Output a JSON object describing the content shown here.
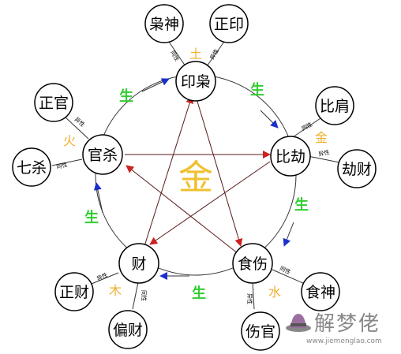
{
  "center": {
    "label": "金"
  },
  "main_nodes": [
    {
      "id": "yinxiao",
      "label": "印枭"
    },
    {
      "id": "bijie",
      "label": "比劫"
    },
    {
      "id": "shishang",
      "label": "食伤"
    },
    {
      "id": "cai",
      "label": "财"
    },
    {
      "id": "guansha",
      "label": "官杀"
    }
  ],
  "sub_nodes": [
    {
      "id": "xiaoshen",
      "label": "枭神"
    },
    {
      "id": "zhengyin",
      "label": "正印"
    },
    {
      "id": "bijian",
      "label": "比肩"
    },
    {
      "id": "jiecai",
      "label": "劫财"
    },
    {
      "id": "shishen",
      "label": "食神"
    },
    {
      "id": "shangguan",
      "label": "伤官"
    },
    {
      "id": "piancai",
      "label": "偏财"
    },
    {
      "id": "zhengcai",
      "label": "正财"
    },
    {
      "id": "qisha",
      "label": "七杀"
    },
    {
      "id": "zhengguan",
      "label": "正官"
    }
  ],
  "elements": {
    "earth": "土",
    "metal": "金",
    "water": "水",
    "wood": "木",
    "fire": "火"
  },
  "sheng_label": "生",
  "connector_labels": {
    "same": "同性",
    "different": "异性"
  },
  "watermark": {
    "title": "解梦佬",
    "url": "www.jiemenglao.com"
  },
  "colors": {
    "generate_arrow": "#1a2ecc",
    "control_arrow": "#cc2222",
    "sheng_text": "#33cc33",
    "element_text": "#f0b030"
  }
}
